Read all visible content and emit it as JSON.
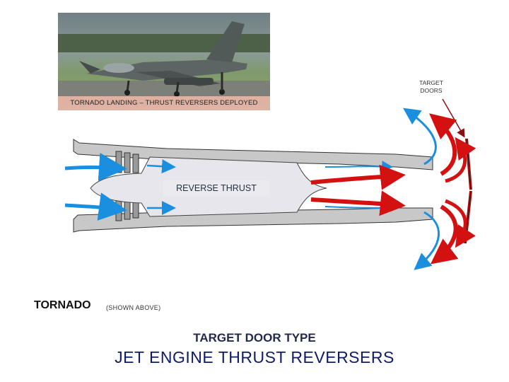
{
  "photo": {
    "caption": "TORNADO LANDING – THRUST REVERSERS DEPLOYED"
  },
  "diagram": {
    "target_doors_label": [
      "TARGET",
      "DOORS"
    ],
    "center_label": "REVERSE THRUST"
  },
  "footer": {
    "aircraft": "TORNADO",
    "aircraft_note": "(SHOWN ABOVE)",
    "subtitle": "TARGET DOOR TYPE",
    "title": "JET ENGINE THRUST REVERSERS"
  },
  "colors": {
    "intake_flow": "#1a8fe0",
    "reverse_flow": "#d41111",
    "engine_body": "#d0d0d0",
    "engine_core": "#e6e6ec",
    "title": "#101c66"
  }
}
